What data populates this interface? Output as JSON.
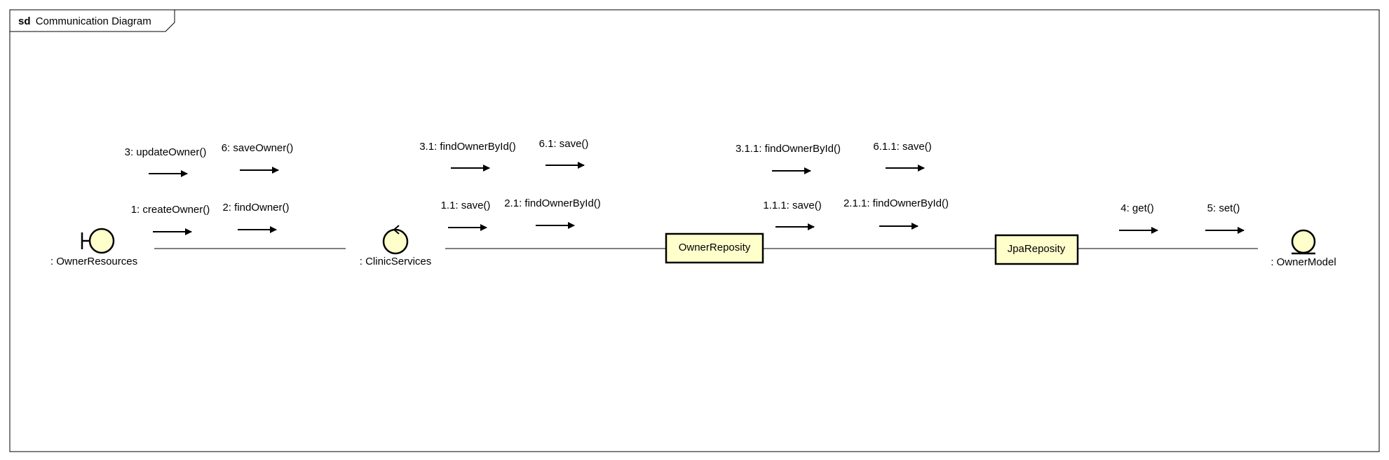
{
  "frame": {
    "keyword": "sd",
    "title": "Communication Diagram"
  },
  "colors": {
    "fill": "#ffffcc",
    "stroke": "#000000",
    "background": "#ffffff"
  },
  "lifelines": [
    {
      "id": "boundary",
      "kind": "boundary-icon",
      "label": ": OwnerResources"
    },
    {
      "id": "control",
      "kind": "control-icon",
      "label": ": ClinicServices"
    },
    {
      "id": "owner-repo",
      "kind": "box",
      "label": "OwnerReposity"
    },
    {
      "id": "jpa-repo",
      "kind": "box",
      "label": "JpaReposity"
    },
    {
      "id": "entity",
      "kind": "entity-icon",
      "label": ": OwnerModel"
    }
  ],
  "messages": [
    {
      "id": "m1",
      "text": "1: createOwner()"
    },
    {
      "id": "m2",
      "text": "2: findOwner()"
    },
    {
      "id": "m3",
      "text": "3: updateOwner()"
    },
    {
      "id": "m6",
      "text": "6: saveOwner()"
    },
    {
      "id": "m11",
      "text": "1.1: save()"
    },
    {
      "id": "m21",
      "text": "2.1: findOwnerById()"
    },
    {
      "id": "m31",
      "text": "3.1: findOwnerById()"
    },
    {
      "id": "m61",
      "text": "6.1: save()"
    },
    {
      "id": "m111",
      "text": "1.1.1: save()"
    },
    {
      "id": "m211",
      "text": "2.1.1: findOwnerById()"
    },
    {
      "id": "m311",
      "text": "3.1.1: findOwnerById()"
    },
    {
      "id": "m611",
      "text": "6.1.1: save()"
    },
    {
      "id": "m4",
      "text": "4: get()"
    },
    {
      "id": "m5",
      "text": "5: set()"
    }
  ]
}
